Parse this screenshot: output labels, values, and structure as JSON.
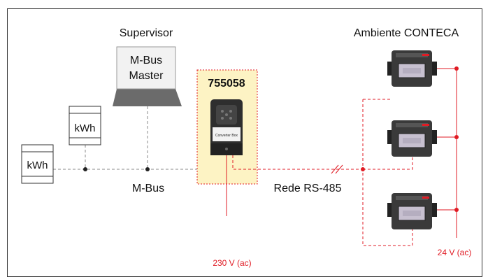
{
  "labels": {
    "supervisor": "Supervisor",
    "master_line1": "M-Bus",
    "master_line2": "Master",
    "converter_code": "755058",
    "converter_box": "Converter Box",
    "ambiente": "Ambiente CONTECA",
    "kwh_meter_1": "kWh",
    "kwh_meter_2": "kWh",
    "mbus": "M-Bus",
    "rs485": "Rede RS-485",
    "v230": "230 V (ac)",
    "v24": "24 V (ac)"
  },
  "colors": {
    "red": "#e01b24",
    "dash_gray": "#888888",
    "converter_fill": "#fdf3c4",
    "master_fill": "#f2f2f2",
    "master_base": "#6b6b6b",
    "device_dark": "#3a3a3a"
  }
}
